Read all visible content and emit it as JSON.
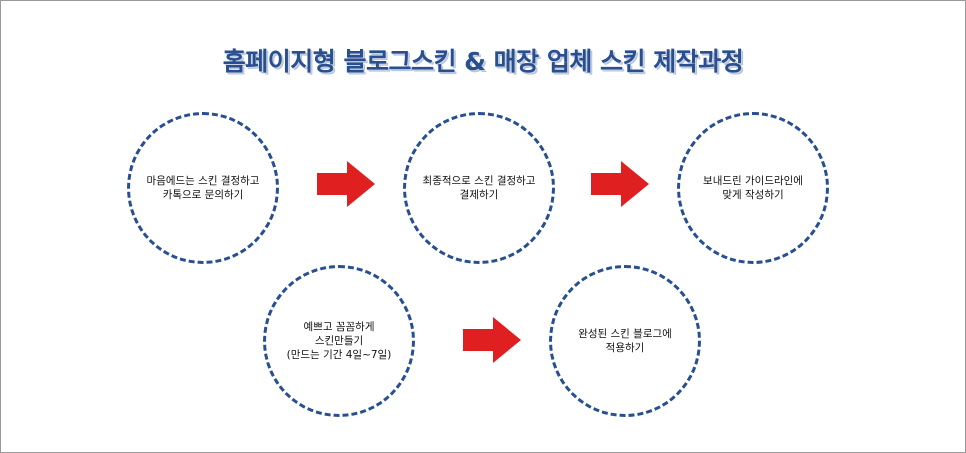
{
  "title": "홈페이지형 블로그스킨 & 매장 업체 스킨 제작과정",
  "colors": {
    "title": "#2a4f8f",
    "circle_border": "#274f92",
    "arrow": "#e02020",
    "text": "#111111"
  },
  "steps": [
    {
      "text": "마음에드는 스킨 결정하고\n카톡으로 문의하기"
    },
    {
      "text": "최종적으로 스킨 결정하고\n결제하기"
    },
    {
      "text": "보내드린 가이드라인에\n맞게 작성하기"
    },
    {
      "text": "예쁘고 꼼꼼하게\n스킨만들기\n(만드는 기간 4일~7일)"
    },
    {
      "text": "완성된 스킨 블로그에\n적용하기"
    }
  ],
  "arrows": [
    {
      "icon": "right-arrow-icon"
    },
    {
      "icon": "right-arrow-icon"
    },
    {
      "icon": "right-arrow-icon"
    }
  ]
}
